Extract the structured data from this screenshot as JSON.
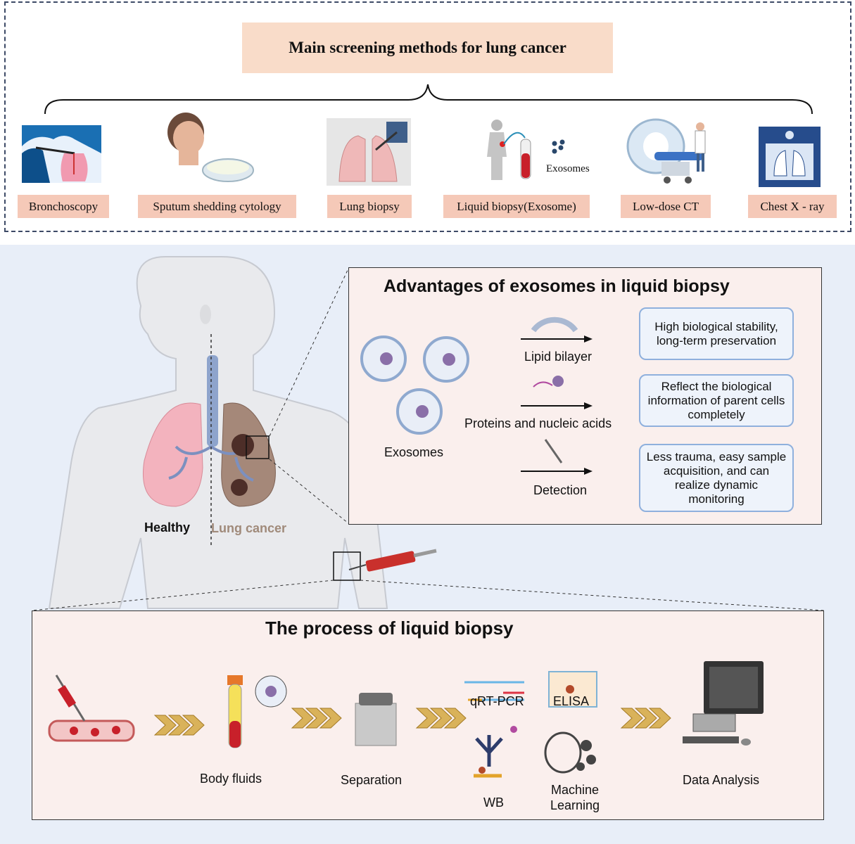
{
  "top": {
    "title": "Main screening methods for lung cancer",
    "methods": [
      {
        "label": "Bronchoscopy",
        "icon": "bronchoscopy-icon"
      },
      {
        "label": "Sputum shedding cytology",
        "icon": "sputum-dish-icon"
      },
      {
        "label": "Lung biopsy",
        "icon": "lung-biopsy-icon"
      },
      {
        "label": "Liquid biopsy(Exosome)",
        "icon": "blood-tube-icon"
      },
      {
        "label": "Low-dose CT",
        "icon": "ct-scanner-icon"
      },
      {
        "label": "Chest X - ray",
        "icon": "xray-icon"
      }
    ],
    "exosomes_caption": "Exosomes"
  },
  "body": {
    "healthy_label": "Healthy",
    "cancer_label": "Lung cancer"
  },
  "advantages": {
    "title": "Advantages of exosomes in liquid biopsy",
    "exosomes_label": "Exosomes",
    "rows": [
      {
        "label": "Lipid bilayer",
        "benefit": "High biological stability, long-term preservation"
      },
      {
        "label": "Proteins and nucleic acids",
        "benefit": "Reflect the biological information of parent cells completely"
      },
      {
        "label": "Detection",
        "benefit": "Less trauma, easy sample acquisition, and can realize dynamic monitoring"
      }
    ]
  },
  "process": {
    "title": "The process of liquid biopsy",
    "steps": {
      "body_fluids": "Body fluids",
      "separation": "Separation",
      "qrtpcr": "qRT-PCR",
      "elisa": "ELISA",
      "wb": "WB",
      "ml": "Machine Learning",
      "data": "Data Analysis"
    }
  },
  "colors": {
    "label_bg": "#f5c9b8",
    "title_bg": "#f9dcc9",
    "panel_bg": "#faefed",
    "body_bg": "#e8eef8",
    "card_border": "#8fb0dd",
    "cancer_text": "#a08a7a",
    "chevron": "#c9a34a"
  }
}
